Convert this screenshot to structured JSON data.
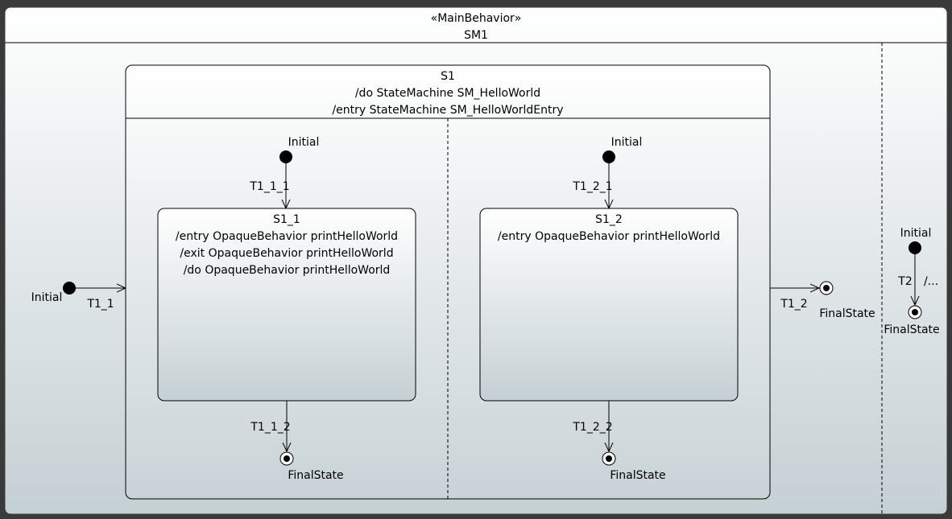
{
  "machine": {
    "stereotype": "«MainBehavior»",
    "name": "SM1"
  },
  "outer_region": {
    "initial_label": "Initial",
    "transition_in": "T1_1",
    "transition_out": "T1_2",
    "final_label": "FinalState"
  },
  "composite_state": {
    "name": "S1",
    "do_activity": "/do StateMachine SM_HelloWorld",
    "entry_activity": "/entry StateMachine SM_HelloWorldEntry",
    "regions": [
      {
        "initial_label": "Initial",
        "transition_in": "T1_1_1",
        "state": {
          "name": "S1_1",
          "behaviors": [
            "/entry OpaqueBehavior printHelloWorld",
            "/exit OpaqueBehavior printHelloWorld",
            "/do OpaqueBehavior printHelloWorld"
          ]
        },
        "transition_out": "T1_1_2",
        "final_label": "FinalState"
      },
      {
        "initial_label": "Initial",
        "transition_in": "T1_2_1",
        "state": {
          "name": "S1_2",
          "behaviors": [
            "/entry OpaqueBehavior printHelloWorld"
          ]
        },
        "transition_out": "T1_2_2",
        "final_label": "FinalState"
      }
    ]
  },
  "side_region": {
    "initial_label": "Initial",
    "transition": "T2",
    "transition_effect": "/...",
    "final_label": "FinalState"
  },
  "colors": {
    "fill_top": "#ffffff",
    "fill_bottom": "#c5d0d4",
    "stroke": "#000000",
    "frame": "#3a3a3a"
  }
}
